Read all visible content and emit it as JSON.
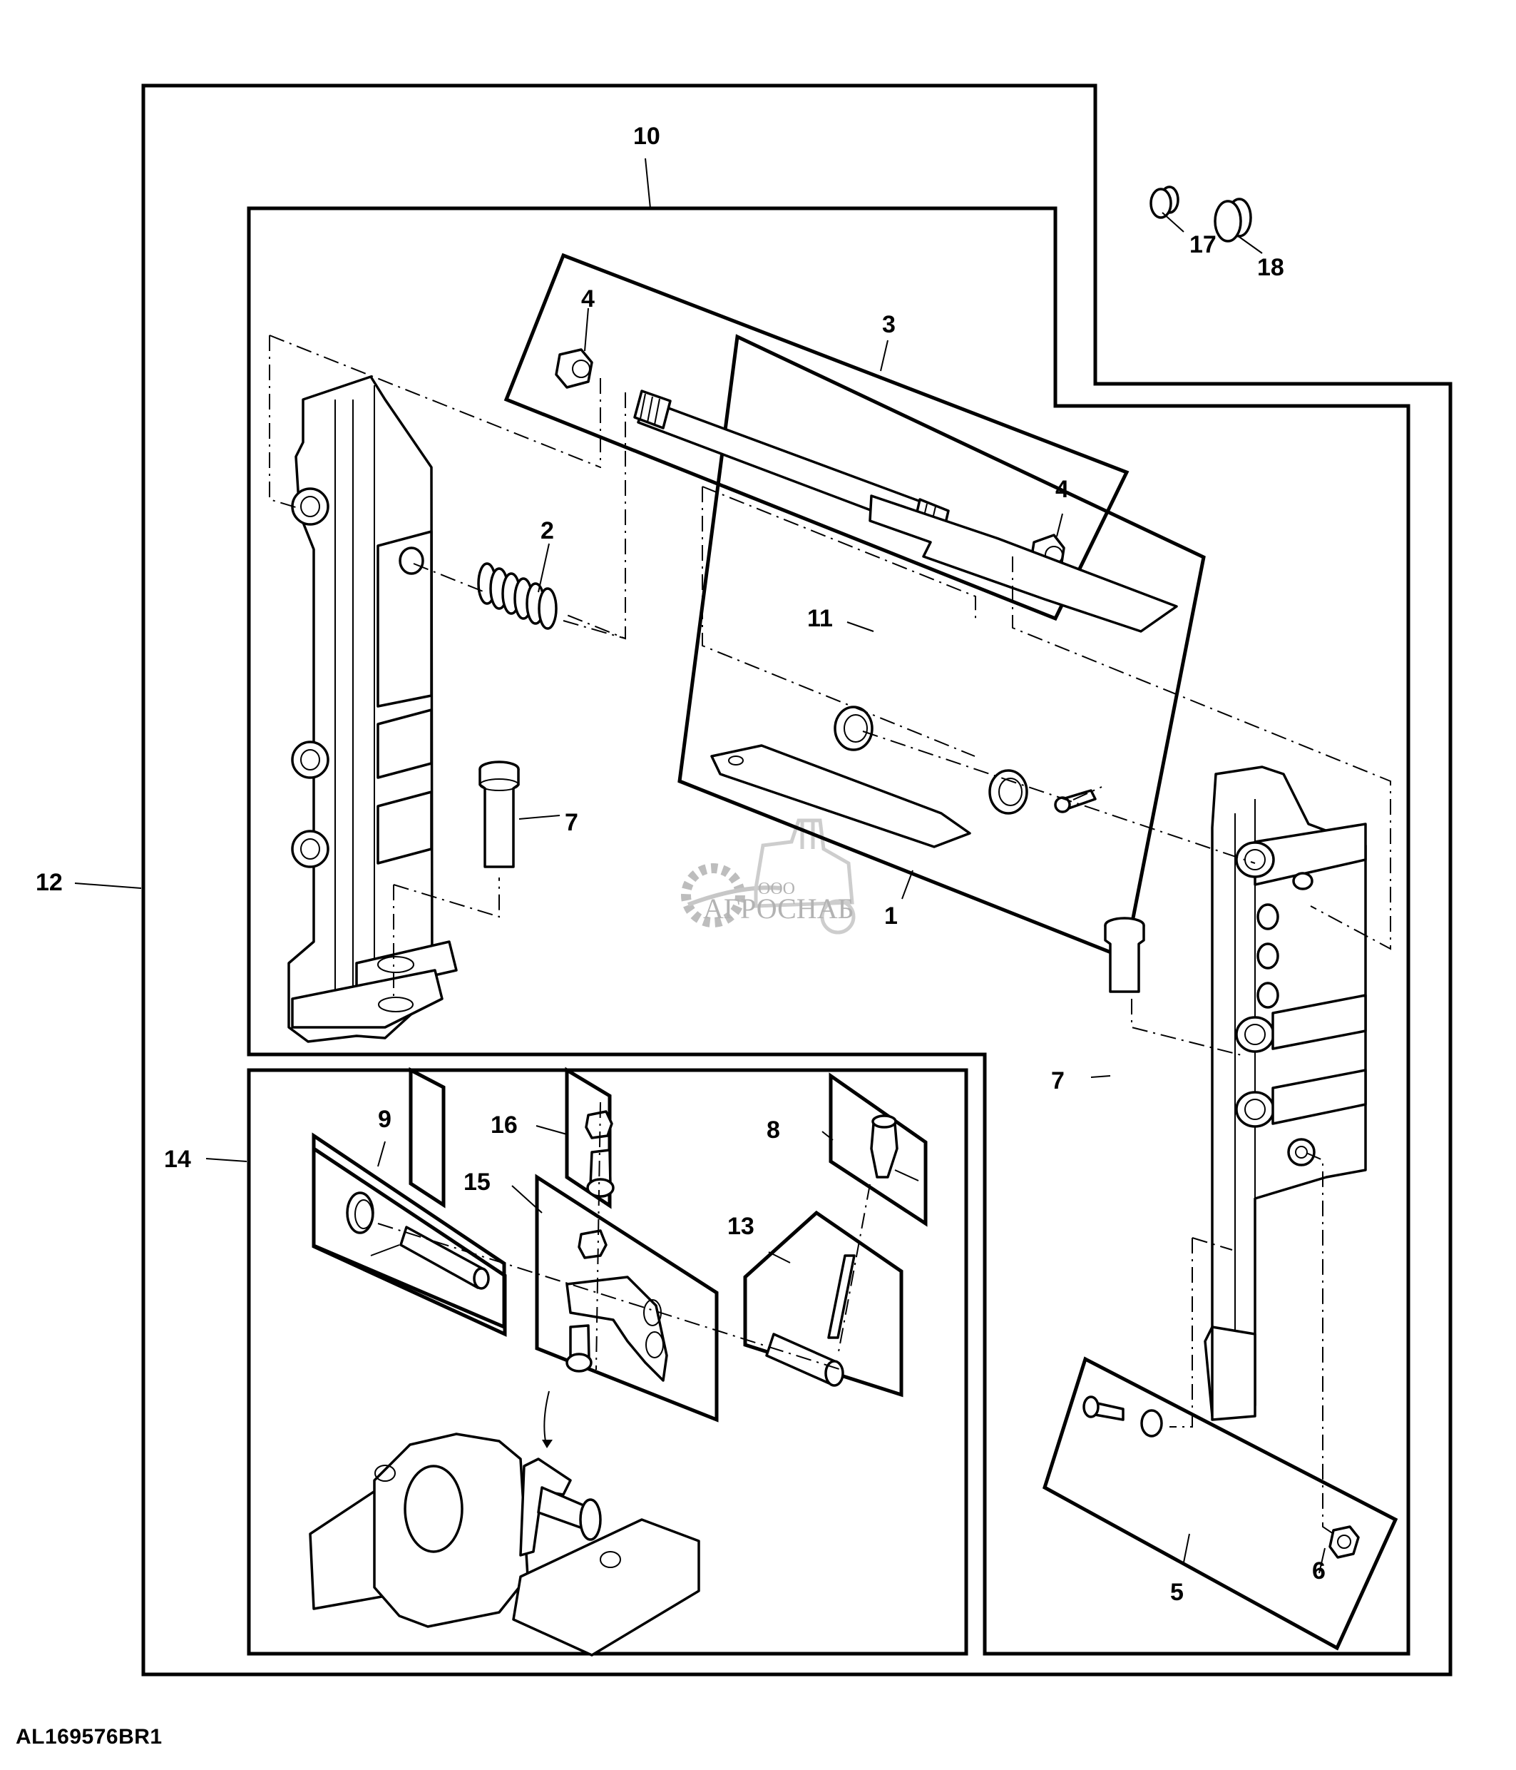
{
  "figure": {
    "id": "AL169576BR1",
    "type": "exploded parts diagram"
  },
  "watermark": {
    "small_text": "ООО",
    "brand_text": "АГРОСНАБ",
    "color": "#9a9a9a"
  },
  "callouts": [
    {
      "number": "1",
      "part": "bracket-kit"
    },
    {
      "number": "2",
      "part": "compression-spring"
    },
    {
      "number": "3",
      "part": "shaft-kit"
    },
    {
      "number": "4",
      "part": "hex-nut"
    },
    {
      "number": "4",
      "part": "hex-nut"
    },
    {
      "number": "5",
      "part": "bolt-kit"
    },
    {
      "number": "6",
      "part": "flange-nut"
    },
    {
      "number": "7",
      "part": "pin"
    },
    {
      "number": "7",
      "part": "pin"
    },
    {
      "number": "8",
      "part": "lock-pin-kit"
    },
    {
      "number": "9",
      "part": "torsion-spring-kit"
    },
    {
      "number": "10",
      "part": "frame-assembly"
    },
    {
      "number": "11",
      "part": "plate"
    },
    {
      "number": "12",
      "part": "hitch-assembly"
    },
    {
      "number": "13",
      "part": "pin-kit"
    },
    {
      "number": "14",
      "part": "drawbar-coupler"
    },
    {
      "number": "15",
      "part": "latch-kit"
    },
    {
      "number": "16",
      "part": "cap-screw-kit"
    },
    {
      "number": "17",
      "part": "plug-small"
    },
    {
      "number": "18",
      "part": "plug-large"
    }
  ],
  "colors": {
    "line": "#000000",
    "background": "#ffffff"
  }
}
